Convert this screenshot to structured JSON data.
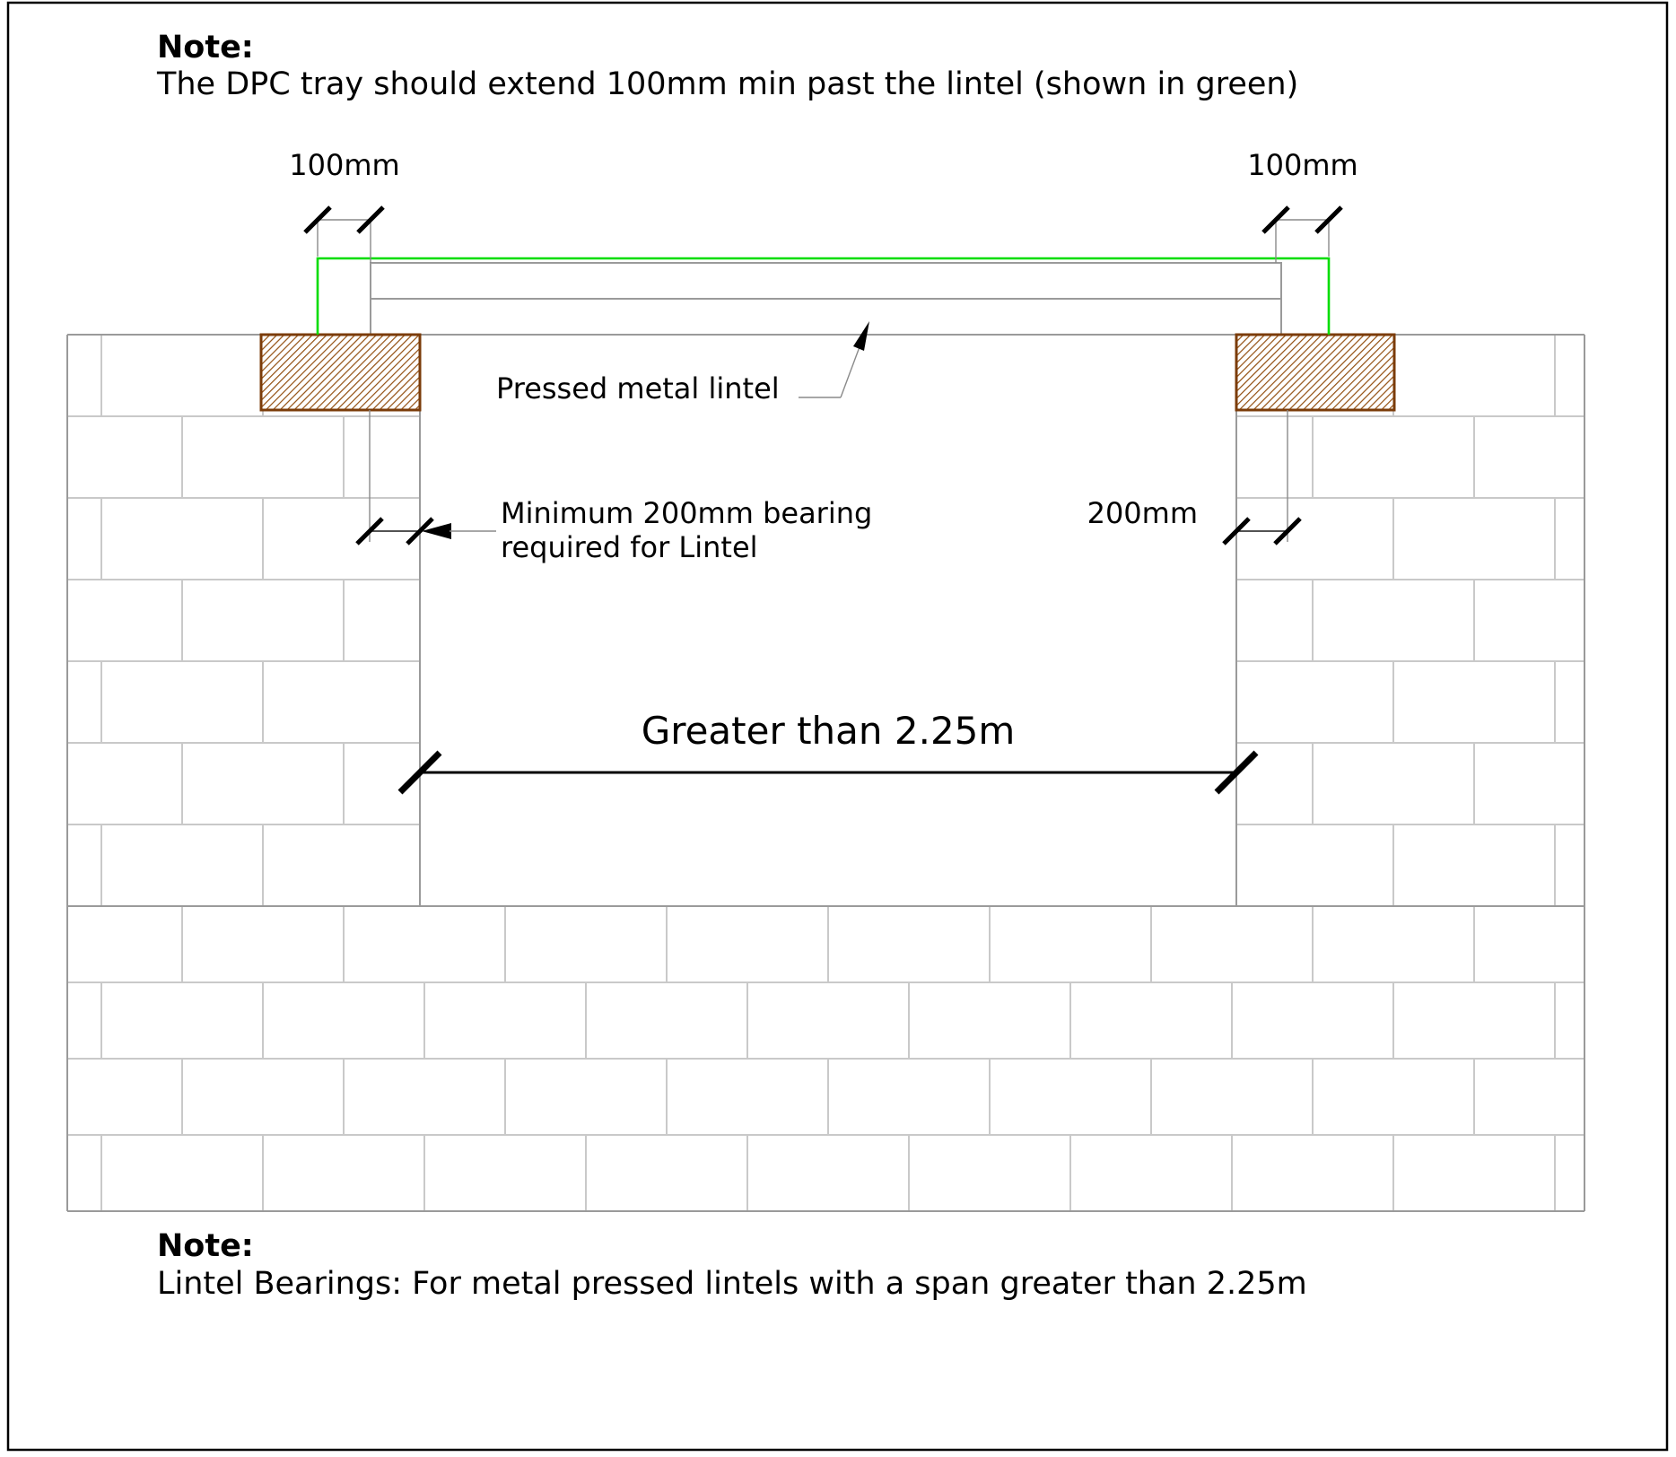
{
  "notes": {
    "top": {
      "title": "Note:",
      "body": "The DPC tray should extend 100mm min past the lintel (shown in green)"
    },
    "bottom": {
      "title": "Note:",
      "body": "Lintel Bearings: For metal pressed lintels with a span greater than 2.25m"
    }
  },
  "labels": {
    "lintel_leader": "Pressed metal lintel"
  },
  "dimensions": {
    "dpc_overhang_left": "100mm",
    "dpc_overhang_right": "100mm",
    "bearing_note": "Minimum 200mm bearing\nrequired for Lintel",
    "bearing_right": "200mm",
    "opening_span": "Greater than 2.25m"
  },
  "colors": {
    "dpc_green": "#00dd00",
    "block_border_brown": "#7b3c0a",
    "block_hatch_brown": "#935012",
    "wall_outline_gray": "#9a9a9a",
    "brick_joint_gray": "#c9c9c9",
    "text_black": "#000000"
  }
}
